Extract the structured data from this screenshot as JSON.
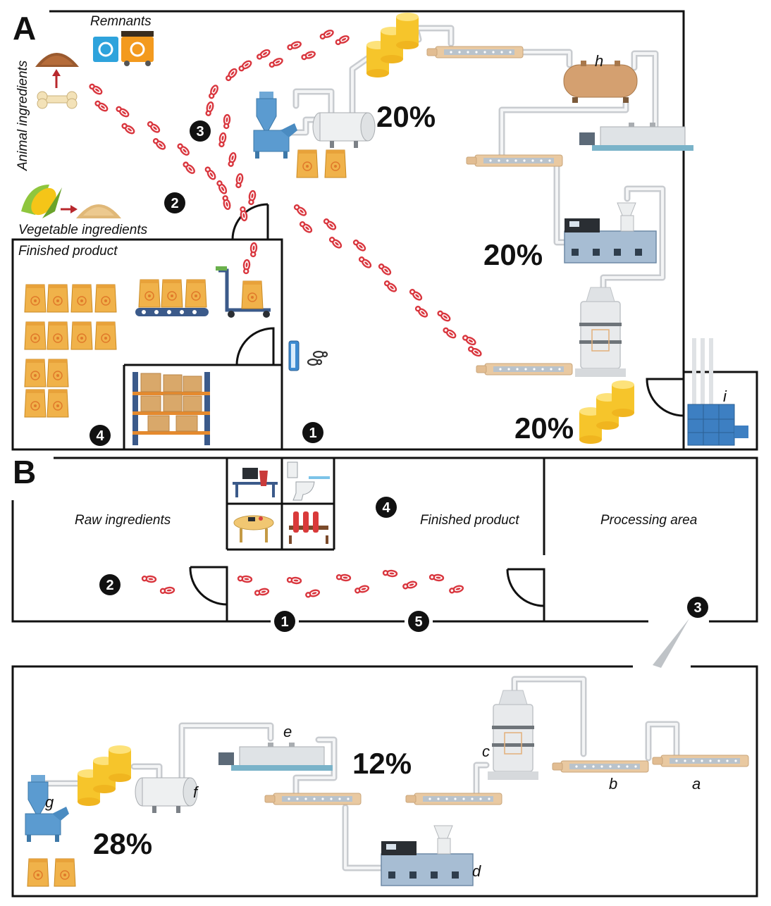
{
  "panel_a": {
    "label": "A",
    "remnants_label": "Remnants",
    "animal_label": "Animal ingredients",
    "vegetable_label": "Vegetable ingredients",
    "finished_label": "Finished product",
    "pct_top": "20%",
    "pct_mid": "20%",
    "pct_bottom": "20%",
    "h_label": "h",
    "i_label": "i",
    "markers": {
      "m1": "1",
      "m2": "2",
      "m3": "3",
      "m4": "4"
    }
  },
  "panel_b": {
    "label": "B",
    "raw_label": "Raw ingredients",
    "finished_label": "Finished product",
    "processing_label": "Processing area",
    "markers": {
      "m1": "1",
      "m2": "2",
      "m3": "3",
      "m4": "4",
      "m5": "5"
    }
  },
  "detail": {
    "pct_e": "12%",
    "pct_g": "28%",
    "labels": {
      "a": "a",
      "b": "b",
      "c": "c",
      "d": "d",
      "e": "e",
      "f": "f",
      "g": "g"
    }
  },
  "colors": {
    "footprint": "#d9363e",
    "bag": "#f0b24a",
    "gold": "#f6c52b",
    "tube": "#e9c9a1",
    "blue": "#5b8fc9",
    "wall": "#111111"
  }
}
